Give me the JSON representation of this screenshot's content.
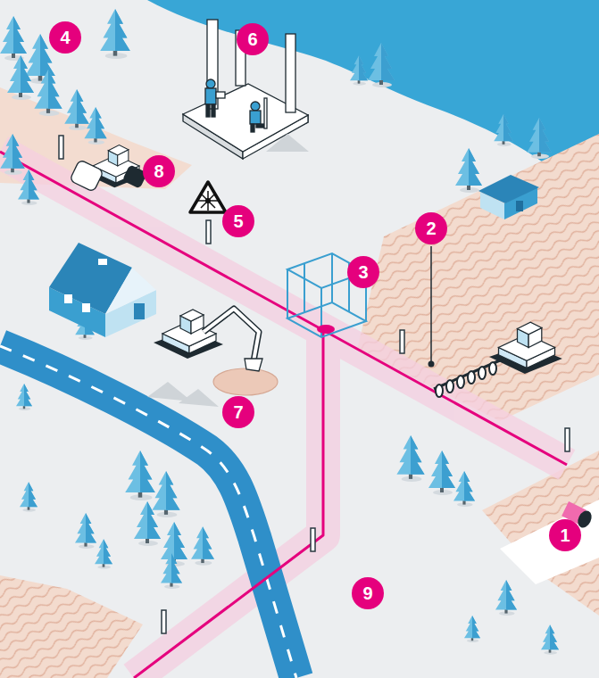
{
  "diagram": {
    "labels": [
      "4",
      "6",
      "8",
      "5",
      "2",
      "3",
      "7",
      "1",
      "9"
    ]
  }
}
